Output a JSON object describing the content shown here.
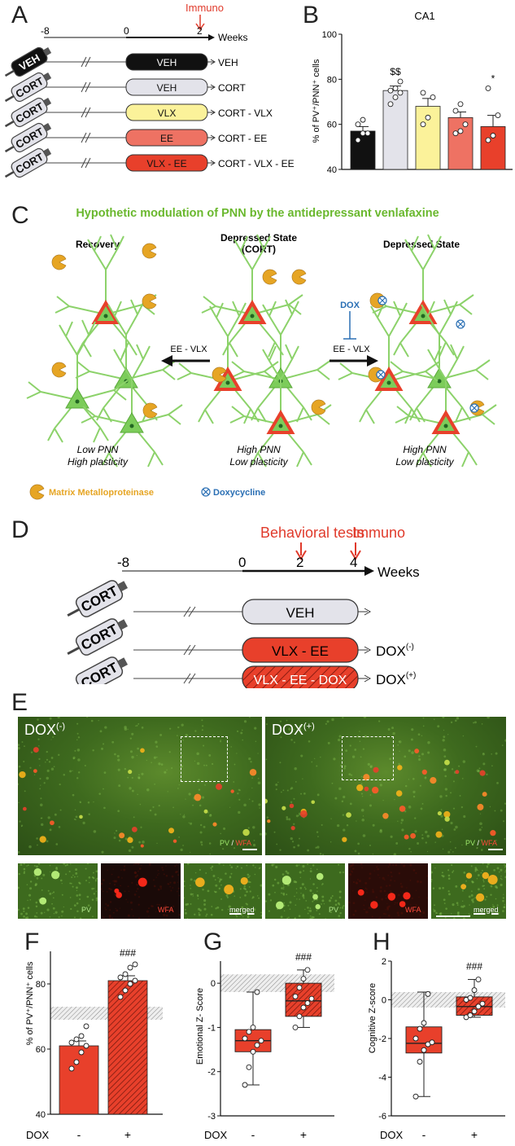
{
  "panel_letters": {
    "a": "A",
    "b": "B",
    "c": "C",
    "d": "D",
    "e": "E",
    "f": "F",
    "g": "G",
    "h": "H"
  },
  "panel_a": {
    "arrow_label": "Immuno",
    "timeline_ticks": [
      "-8",
      "0",
      "2"
    ],
    "timeline_unit": "Weeks",
    "syringe_labels": [
      "VEH",
      "CORT",
      "CORT",
      "CORT",
      "CORT"
    ],
    "treatments": [
      {
        "label": "VEH",
        "group": "VEH",
        "fill": "#111111",
        "text_color": "#ffffff"
      },
      {
        "label": "VEH",
        "group": "CORT",
        "fill": "#e3e3ea",
        "text_color": "#111111"
      },
      {
        "label": "VLX",
        "group": "CORT - VLX",
        "fill": "#fbf29a",
        "text_color": "#111111"
      },
      {
        "label": "EE",
        "group": "CORT - EE",
        "fill": "#ee7263",
        "text_color": "#111111"
      },
      {
        "label": "VLX - EE",
        "group": "CORT - VLX - EE",
        "fill": "#e8402b",
        "text_color": "#111111"
      }
    ]
  },
  "chart_data": [
    {
      "id": "B",
      "type": "bar",
      "title": "CA1",
      "ylabel": "% of PV⁺/PNN⁺ cells",
      "ylim": [
        40,
        100
      ],
      "yticks": [
        "40",
        "60",
        "80",
        "100"
      ],
      "categories": [
        "VEH",
        "CORT",
        "CORT - VLX",
        "CORT - EE",
        "CORT - VLX - EE"
      ],
      "values": [
        57,
        75,
        68,
        63,
        59
      ],
      "errors": [
        2,
        2,
        3.5,
        2.5,
        5
      ],
      "colors": [
        "#111111",
        "#e3e3ea",
        "#fbf29a",
        "#ee7263",
        "#e8402b"
      ],
      "annotations": [
        "",
        "$$",
        "",
        "",
        "*"
      ],
      "points": [
        [
          53,
          56,
          56,
          60,
          62
        ],
        [
          69,
          72,
          74,
          75,
          76,
          79
        ],
        [
          60,
          63,
          72,
          74
        ],
        [
          56,
          57,
          60,
          66,
          69
        ],
        [
          53,
          55,
          64,
          76
        ]
      ]
    },
    {
      "id": "F",
      "type": "bar",
      "ylabel": "% of PV⁺/PNN⁺ cells",
      "ylim": [
        40,
        90
      ],
      "yticks": [
        "40",
        "60",
        "80"
      ],
      "categories": [
        "-",
        "+"
      ],
      "xaxis_title": "DOX",
      "values": [
        61,
        81
      ],
      "errors": [
        1.5,
        1.5
      ],
      "annotation": "###",
      "reference_band": [
        69,
        73
      ],
      "points": [
        [
          54,
          56,
          59,
          61,
          62,
          63,
          64,
          67
        ],
        [
          76,
          78,
          80,
          81,
          82,
          83,
          85,
          86
        ]
      ]
    },
    {
      "id": "G",
      "type": "boxplot",
      "ylabel": "Emotional Z- Score",
      "ylim": [
        -3,
        0.5
      ],
      "yticks": [
        "-3",
        "-2",
        "-1",
        "0"
      ],
      "categories": [
        "-",
        "+"
      ],
      "xaxis_title": "DOX",
      "annotation": "###",
      "reference_band": [
        -0.2,
        0.2
      ],
      "boxes": [
        {
          "min": -2.3,
          "q1": -1.55,
          "median": -1.3,
          "q3": -1.05,
          "max": -0.2
        },
        {
          "min": -1.0,
          "q1": -0.75,
          "median": -0.4,
          "q3": 0.0,
          "max": 0.3
        }
      ],
      "points": [
        [
          -2.3,
          -1.9,
          -1.55,
          -1.4,
          -1.3,
          -1.25,
          -1.1,
          -1.0,
          -0.2
        ],
        [
          -1.0,
          -0.75,
          -0.55,
          -0.45,
          -0.35,
          -0.3,
          -0.1,
          0.1,
          0.3
        ]
      ]
    },
    {
      "id": "H",
      "type": "boxplot",
      "ylabel": "Cognitive Z-score",
      "ylim": [
        -6,
        2
      ],
      "yticks": [
        "-6",
        "-4",
        "-2",
        "0",
        "2"
      ],
      "categories": [
        "-",
        "+"
      ],
      "xaxis_title": "DOX",
      "annotation": "###",
      "reference_band": [
        -0.4,
        0.4
      ],
      "boxes": [
        {
          "min": -5.0,
          "q1": -2.75,
          "median": -2.25,
          "q3": -1.4,
          "max": 0.4
        },
        {
          "min": -0.9,
          "q1": -0.8,
          "median": -0.35,
          "q3": 0.15,
          "max": 1.05
        }
      ],
      "points": [
        [
          -5.0,
          -3.2,
          -2.6,
          -2.3,
          -2.2,
          -2.0,
          -1.5,
          -1.2,
          0.3
        ],
        [
          -0.9,
          -0.8,
          -0.6,
          -0.35,
          -0.2,
          0.0,
          0.1,
          0.5,
          1.05
        ]
      ]
    }
  ],
  "panel_c": {
    "title": "Hypothetic modulation of PNN by the antidepressant venlafaxine",
    "states": [
      {
        "heading": "Recovery",
        "line1": "Low PNN",
        "line2": "High plasticity"
      },
      {
        "heading": "Depressed State",
        "heading2": "(CORT)",
        "line1": "High PNN",
        "line2": "Low plasticity"
      },
      {
        "heading": "Depressed State",
        "line1": "High PNN",
        "line2": "Low plasticity"
      }
    ],
    "arrow_left_label": "EE - VLX",
    "arrow_right_label": "EE - VLX",
    "dox_label": "DOX",
    "legend_mmp": "Matrix Metalloproteinase",
    "legend_dox": "Doxycycline",
    "colors": {
      "title": "#6ab82e",
      "neuron": "#8cd26a",
      "pnn": "#e8402b",
      "mmp": "#e6a524",
      "dox": "#2a6fb4"
    }
  },
  "panel_d": {
    "arrow_labels": [
      "Behavioral tests",
      "Immuno"
    ],
    "timeline_ticks": [
      "-8",
      "0",
      "2",
      "4"
    ],
    "timeline_unit": "Weeks",
    "syringe_labels": [
      "CORT",
      "CORT",
      "CORT"
    ],
    "treatments": [
      {
        "label": "VEH",
        "group": ""
      },
      {
        "label": "VLX - EE",
        "group": "DOX(-)"
      },
      {
        "label": "VLX - EE - DOX",
        "group": "DOX(+)"
      }
    ],
    "dox_minus_base": "DOX",
    "dox_minus_sup": "(-)",
    "dox_plus_base": "DOX",
    "dox_plus_sup": "(+)"
  },
  "panel_e": {
    "left_title": "DOX",
    "left_sup": "(-)",
    "right_title": "DOX",
    "right_sup": "(+)",
    "pv": "PV",
    "slash": " / ",
    "wfa": "WFA",
    "merged": "merged"
  }
}
